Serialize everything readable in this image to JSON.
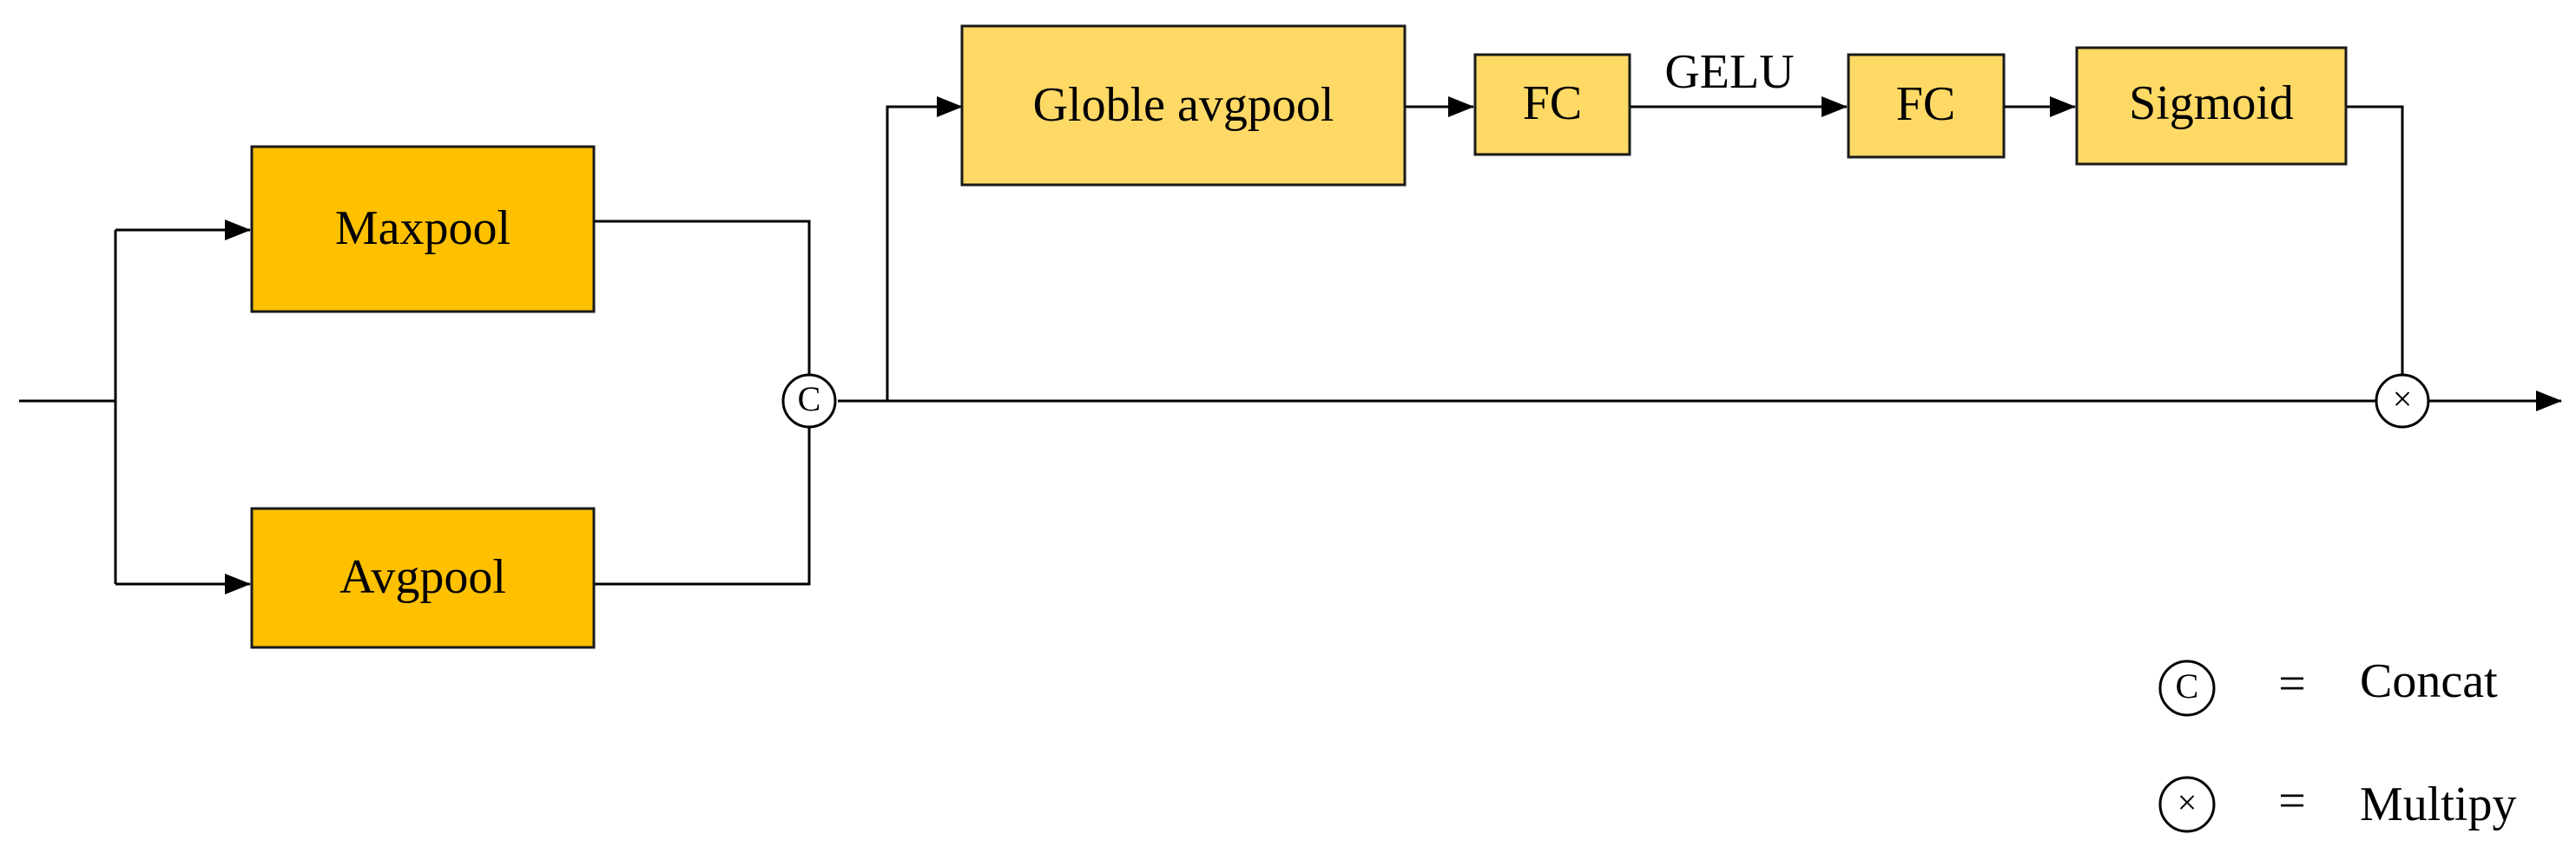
{
  "blocks": {
    "maxpool": "Maxpool",
    "avgpool": "Avgpool",
    "global_avgpool": "Globle avgpool",
    "fc1": "FC",
    "fc2": "FC",
    "sigmoid": "Sigmoid"
  },
  "activation_label": "GELU",
  "ops": {
    "concat_symbol": "C",
    "multiply_symbol": "×"
  },
  "legend": {
    "items": [
      {
        "symbol": "C",
        "equals": "=",
        "label": "Concat"
      },
      {
        "symbol": "×",
        "equals": "=",
        "label": "Multipy"
      }
    ]
  },
  "colors": {
    "pool_fill": "#FFC000",
    "se_fill": "#FFD966",
    "line": "#000000"
  }
}
